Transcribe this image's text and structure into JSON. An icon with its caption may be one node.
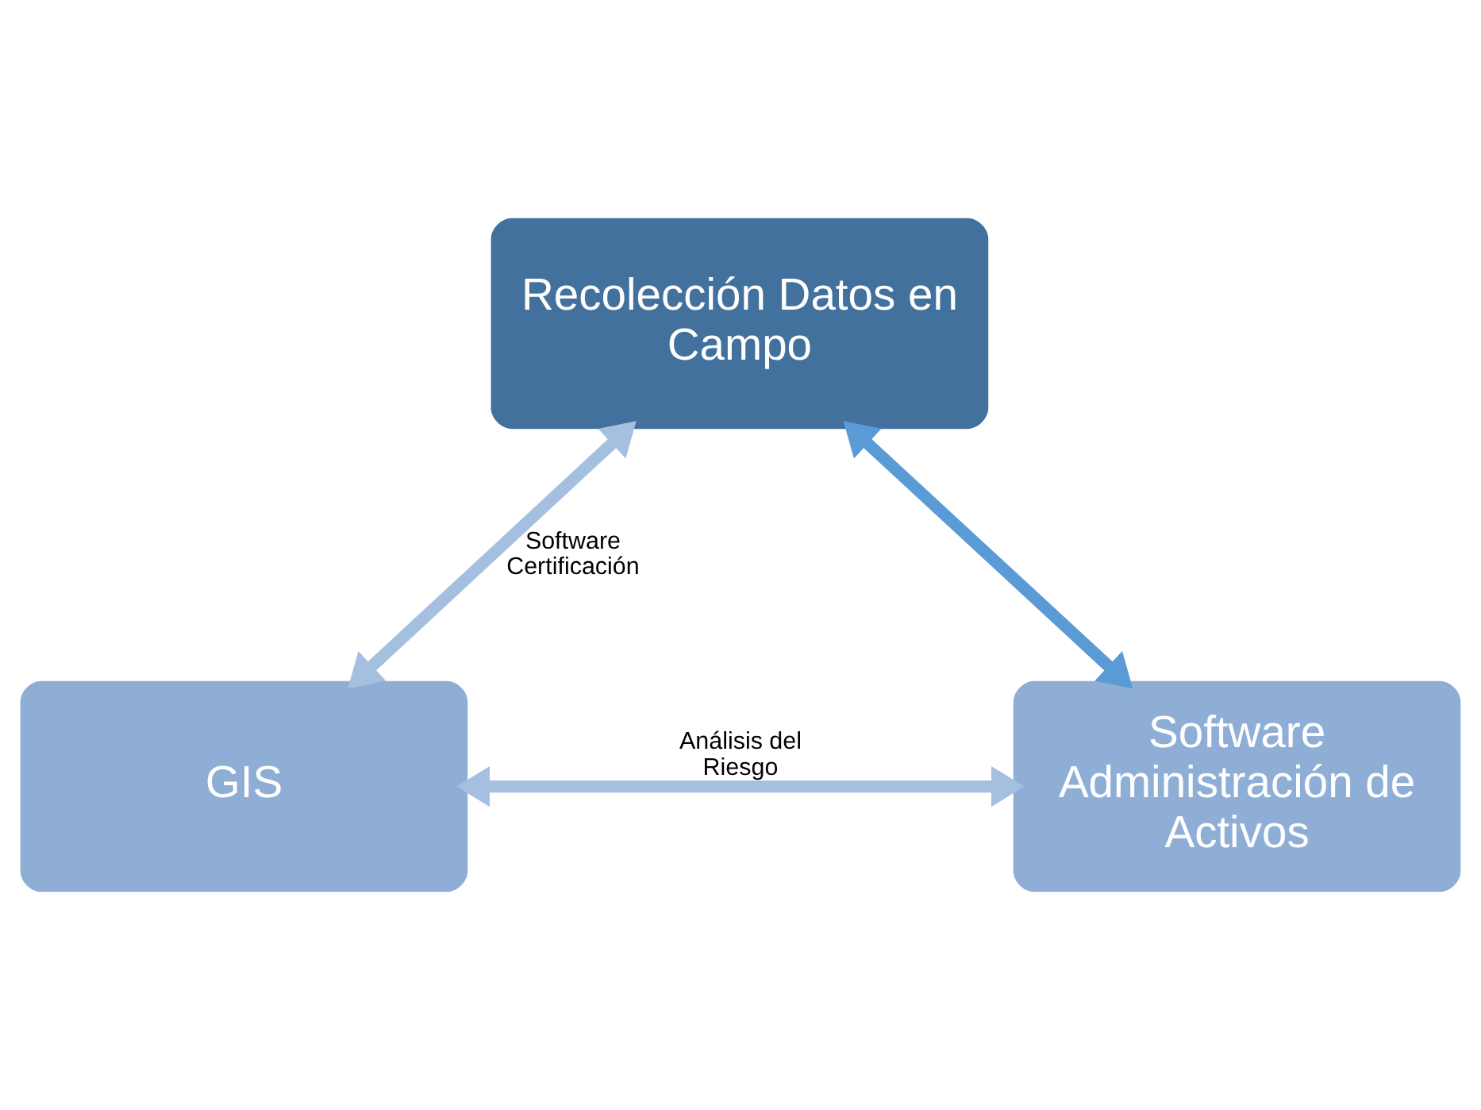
{
  "diagram": {
    "nodes": [
      {
        "text": [
          "Recolección Datos en Campo"
        ]
      },
      {
        "text": [
          "GIS"
        ]
      },
      {
        "text": [
          "Software Administración de Activos"
        ]
      }
    ],
    "edges": [
      {
        "from": 0,
        "to": 1,
        "arrow": "both",
        "label": "Software Certificación"
      },
      {
        "from": 0,
        "to": 2,
        "arrow": "both",
        "color": "#5b9bd5"
      },
      {
        "from": 1,
        "to": 2,
        "arrow": "both",
        "label": "Análisis del Riesgo"
      }
    ]
  }
}
